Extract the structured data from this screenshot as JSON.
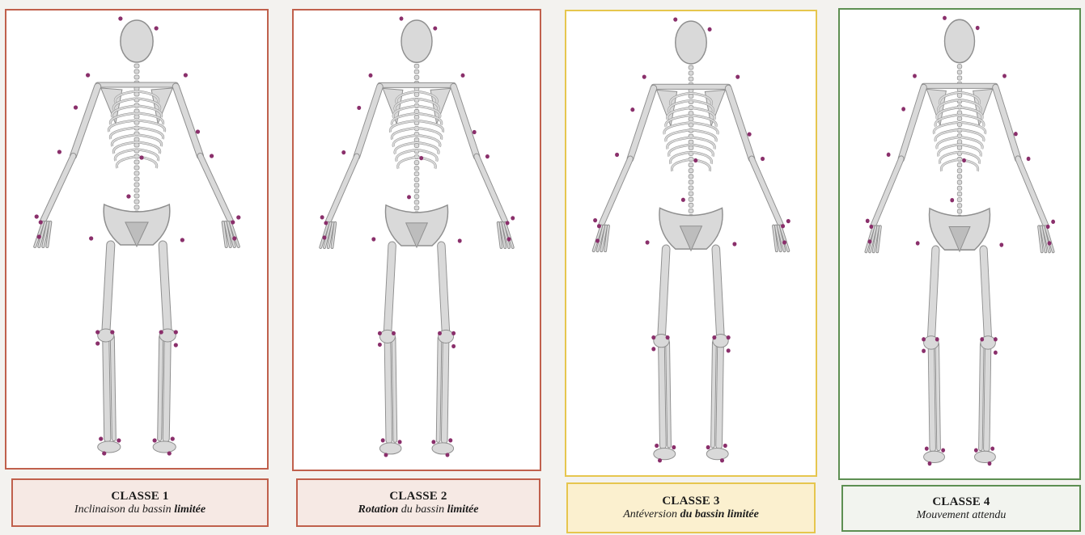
{
  "panels": [
    {
      "id": "1",
      "title": "CLASSE 1",
      "desc_parts": [
        "Inclinaison du bassin ",
        "limitée"
      ],
      "border_color": "#c0604c",
      "caption_bg": "#f6e9e4"
    },
    {
      "id": "2",
      "title": "CLASSE 2",
      "desc_parts": [
        "Rotation",
        " du bassin ",
        "limitée"
      ],
      "border_color": "#c0604c",
      "caption_bg": "#f6e9e4"
    },
    {
      "id": "3",
      "title": "CLASSE 3",
      "desc_parts": [
        "Antéversion",
        " du bassin limitée"
      ],
      "border_color": "#e6c64e",
      "caption_bg": "#fbf0cf"
    },
    {
      "id": "4",
      "title": "CLASSE 4",
      "desc_parts": [
        "Mouvement attendu"
      ],
      "border_color": "#5d8f52",
      "caption_bg": "#f2f4ef"
    }
  ],
  "colors": {
    "bone": "#d9d9d9",
    "bone_shadow": "#8f8f8f",
    "marker": "#8a2f6b"
  }
}
